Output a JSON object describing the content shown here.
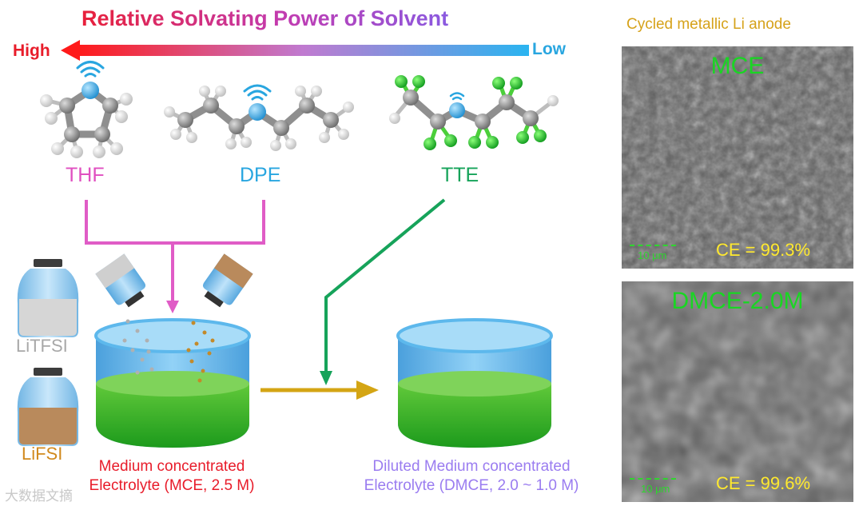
{
  "title": "Relative Solvating Power of Solvent",
  "scale": {
    "high": "High",
    "low": "Low"
  },
  "solvents": [
    {
      "name": "THF"
    },
    {
      "name": "DPE"
    },
    {
      "name": "TTE"
    }
  ],
  "salts": [
    {
      "name": "LiTFSI"
    },
    {
      "name": "LiFSI"
    }
  ],
  "electrolytes": {
    "mce": {
      "line1": "Medium concentrated",
      "line2": "Electrolyte (MCE, 2.5 M)"
    },
    "dmce": {
      "line1": "Diluted Medium concentrated",
      "line2": "Electrolyte (DMCE, 2.0 ~ 1.0 M)"
    }
  },
  "sem": {
    "title": "Cycled metallic Li anode",
    "top": {
      "label": "MCE",
      "ce": "CE = 99.3%",
      "scale_bar": "10 μm"
    },
    "bottom": {
      "label": "DMCE-2.0M",
      "ce": "CE = 99.6%",
      "scale_bar": "10 μm"
    }
  },
  "watermark": "大数据文摘",
  "colors": {
    "high": "#e81c2a",
    "low": "#29a6e0",
    "thf": "#e04fc0",
    "dpe": "#29a6e0",
    "tte": "#16a35a",
    "sem_label": "#19d623",
    "ce_text": "#ffe92e",
    "arrow_gold": "#d4a514",
    "litfsi": "#a8a8a8",
    "lifsi": "#d18a1e"
  }
}
